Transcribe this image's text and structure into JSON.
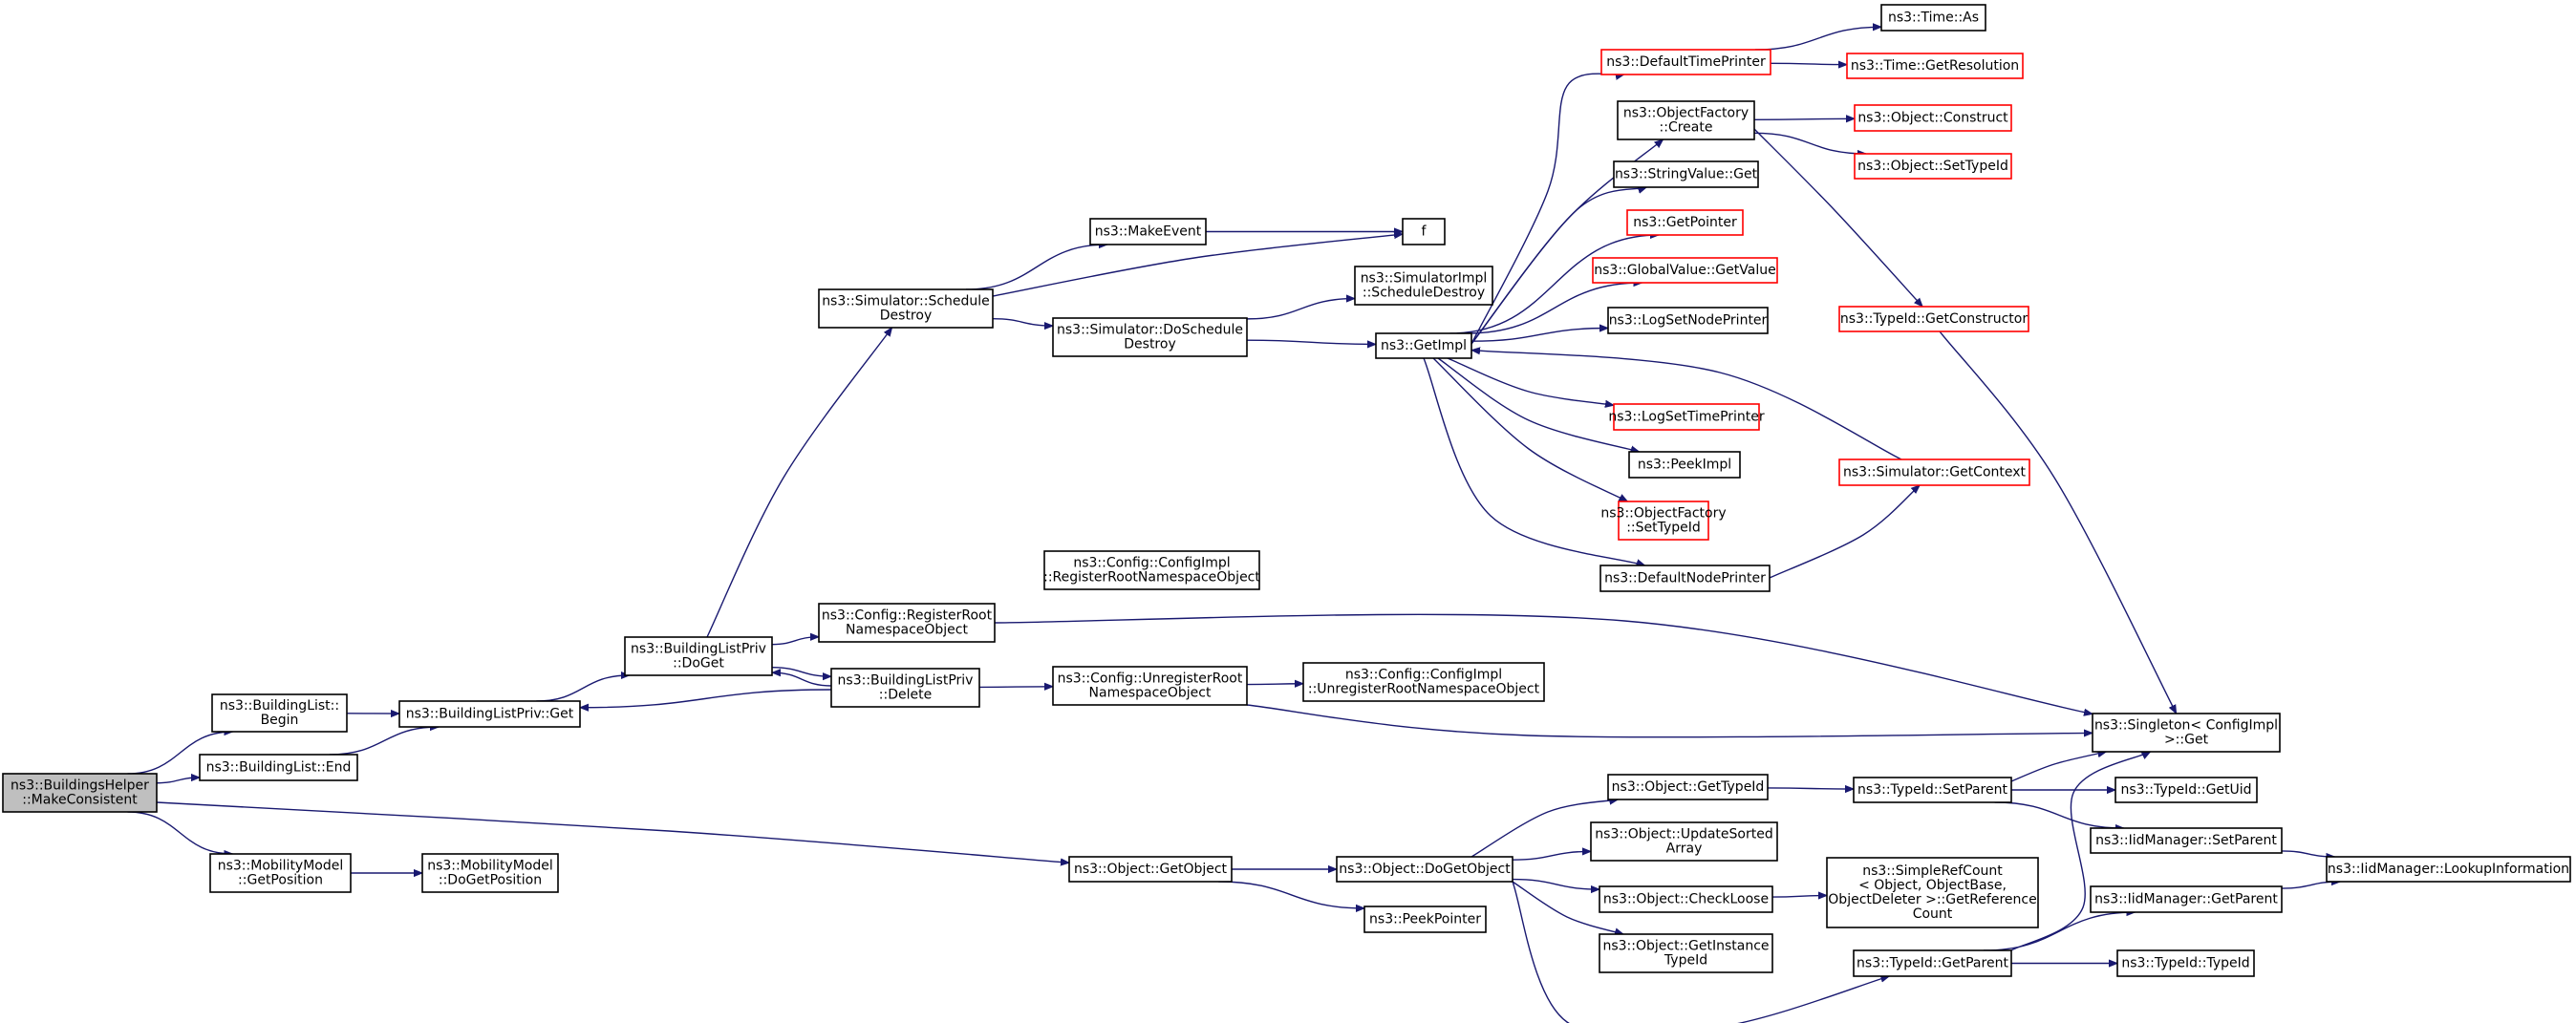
{
  "colors": {
    "edge": "#191970",
    "node_border": "#000000",
    "node_border_truncated": "#ff0000",
    "root_fill": "#bfbfbf",
    "node_fill": "#ffffff"
  },
  "nodes": [
    {
      "id": "root",
      "lines": [
        "ns3::BuildingsHelper",
        "::MakeConsistent"
      ],
      "style": "root"
    },
    {
      "id": "bl_begin",
      "lines": [
        "ns3::BuildingList::",
        "Begin"
      ],
      "style": "normal"
    },
    {
      "id": "bl_end",
      "lines": [
        "ns3::BuildingList::End"
      ],
      "style": "normal"
    },
    {
      "id": "mm_getpos",
      "lines": [
        "ns3::MobilityModel",
        "::GetPosition"
      ],
      "style": "normal"
    },
    {
      "id": "blp_get",
      "lines": [
        "ns3::BuildingListPriv::Get"
      ],
      "style": "normal"
    },
    {
      "id": "mm_dogetpos",
      "lines": [
        "ns3::MobilityModel",
        "::DoGetPosition"
      ],
      "style": "normal"
    },
    {
      "id": "blp_doget",
      "lines": [
        "ns3::BuildingListPriv",
        "::DoGet"
      ],
      "style": "normal"
    },
    {
      "id": "sim_sched_destroy",
      "lines": [
        "ns3::Simulator::Schedule",
        "Destroy"
      ],
      "style": "normal"
    },
    {
      "id": "cfg_register",
      "lines": [
        "ns3::Config::RegisterRoot",
        "NamespaceObject"
      ],
      "style": "normal"
    },
    {
      "id": "blp_delete",
      "lines": [
        "ns3::BuildingListPriv",
        "::Delete"
      ],
      "style": "normal"
    },
    {
      "id": "make_event",
      "lines": [
        "ns3::MakeEvent"
      ],
      "style": "normal"
    },
    {
      "id": "sim_do_sched_destroy",
      "lines": [
        "ns3::Simulator::DoSchedule",
        "Destroy"
      ],
      "style": "normal"
    },
    {
      "id": "cfgimpl_register",
      "lines": [
        "ns3::Config::ConfigImpl",
        "::RegisterRootNamespaceObject"
      ],
      "style": "normal"
    },
    {
      "id": "cfg_unregister",
      "lines": [
        "ns3::Config::UnregisterRoot",
        "NamespaceObject"
      ],
      "style": "normal"
    },
    {
      "id": "f",
      "lines": [
        "f"
      ],
      "style": "normal"
    },
    {
      "id": "simimpl_sched_destroy",
      "lines": [
        "ns3::SimulatorImpl",
        "::ScheduleDestroy"
      ],
      "style": "normal"
    },
    {
      "id": "get_impl",
      "lines": [
        "ns3::GetImpl"
      ],
      "style": "normal"
    },
    {
      "id": "cfgimpl_unregister",
      "lines": [
        "ns3::Config::ConfigImpl",
        "::UnregisterRootNamespaceObject"
      ],
      "style": "normal"
    },
    {
      "id": "obj_getobject",
      "lines": [
        "ns3::Object::GetObject"
      ],
      "style": "normal"
    },
    {
      "id": "obj_dogetobject",
      "lines": [
        "ns3::Object::DoGetObject"
      ],
      "style": "normal"
    },
    {
      "id": "peek_pointer",
      "lines": [
        "ns3::PeekPointer"
      ],
      "style": "normal"
    },
    {
      "id": "default_time_printer",
      "lines": [
        "ns3::DefaultTimePrinter"
      ],
      "style": "truncated"
    },
    {
      "id": "objfactory_create",
      "lines": [
        "ns3::ObjectFactory",
        "::Create"
      ],
      "style": "normal"
    },
    {
      "id": "stringvalue_get",
      "lines": [
        "ns3::StringValue::Get"
      ],
      "style": "normal"
    },
    {
      "id": "get_pointer",
      "lines": [
        "ns3::GetPointer"
      ],
      "style": "truncated"
    },
    {
      "id": "globalvalue_getvalue",
      "lines": [
        "ns3::GlobalValue::GetValue"
      ],
      "style": "truncated"
    },
    {
      "id": "log_set_node_printer",
      "lines": [
        "ns3::LogSetNodePrinter"
      ],
      "style": "normal"
    },
    {
      "id": "log_set_time_printer",
      "lines": [
        "ns3::LogSetTimePrinter"
      ],
      "style": "truncated"
    },
    {
      "id": "peek_impl",
      "lines": [
        "ns3::PeekImpl"
      ],
      "style": "normal"
    },
    {
      "id": "objfactory_settypeid",
      "lines": [
        "ns3::ObjectFactory",
        "::SetTypeId"
      ],
      "style": "truncated"
    },
    {
      "id": "default_node_printer",
      "lines": [
        "ns3::DefaultNodePrinter"
      ],
      "style": "normal"
    },
    {
      "id": "obj_gettypeid",
      "lines": [
        "ns3::Object::GetTypeId"
      ],
      "style": "normal"
    },
    {
      "id": "obj_updatesorted",
      "lines": [
        "ns3::Object::UpdateSorted",
        "Array"
      ],
      "style": "normal"
    },
    {
      "id": "obj_checkloose",
      "lines": [
        "ns3::Object::CheckLoose"
      ],
      "style": "normal"
    },
    {
      "id": "obj_getinstancetypeid",
      "lines": [
        "ns3::Object::GetInstance",
        "TypeId"
      ],
      "style": "normal"
    },
    {
      "id": "time_as",
      "lines": [
        "ns3::Time::As"
      ],
      "style": "normal"
    },
    {
      "id": "time_getresolution",
      "lines": [
        "ns3::Time::GetResolution"
      ],
      "style": "truncated"
    },
    {
      "id": "obj_construct",
      "lines": [
        "ns3::Object::Construct"
      ],
      "style": "truncated"
    },
    {
      "id": "obj_settypeid",
      "lines": [
        "ns3::Object::SetTypeId"
      ],
      "style": "truncated"
    },
    {
      "id": "typeid_getconstructor",
      "lines": [
        "ns3::TypeId::GetConstructor"
      ],
      "style": "truncated"
    },
    {
      "id": "sim_getcontext",
      "lines": [
        "ns3::Simulator::GetContext"
      ],
      "style": "truncated"
    },
    {
      "id": "typeid_setparent",
      "lines": [
        "ns3::TypeId::SetParent"
      ],
      "style": "normal"
    },
    {
      "id": "simplerefcount",
      "lines": [
        "ns3::SimpleRefCount",
        "< Object, ObjectBase,",
        "ObjectDeleter >::GetReference",
        "Count"
      ],
      "style": "normal"
    },
    {
      "id": "typeid_getparent",
      "lines": [
        "ns3::TypeId::GetParent"
      ],
      "style": "normal"
    },
    {
      "id": "singleton_get",
      "lines": [
        "ns3::Singleton< ConfigImpl",
        " >::Get"
      ],
      "style": "normal"
    },
    {
      "id": "typeid_getuid",
      "lines": [
        "ns3::TypeId::GetUid"
      ],
      "style": "normal"
    },
    {
      "id": "iidmgr_setparent",
      "lines": [
        "ns3::IidManager::SetParent"
      ],
      "style": "normal"
    },
    {
      "id": "iidmgr_getparent",
      "lines": [
        "ns3::IidManager::GetParent"
      ],
      "style": "normal"
    },
    {
      "id": "typeid_typeid",
      "lines": [
        "ns3::TypeId::TypeId"
      ],
      "style": "normal"
    },
    {
      "id": "iidmgr_lookupinfo",
      "lines": [
        "ns3::IidManager::LookupInformation"
      ],
      "style": "normal"
    }
  ],
  "edges": [
    [
      "root",
      "bl_begin"
    ],
    [
      "root",
      "bl_end"
    ],
    [
      "root",
      "mm_getpos"
    ],
    [
      "root",
      "obj_getobject"
    ],
    [
      "bl_begin",
      "blp_get"
    ],
    [
      "bl_end",
      "blp_get"
    ],
    [
      "mm_getpos",
      "mm_dogetpos"
    ],
    [
      "blp_get",
      "blp_doget"
    ],
    [
      "blp_doget",
      "sim_sched_destroy"
    ],
    [
      "blp_doget",
      "cfg_register"
    ],
    [
      "blp_doget",
      "blp_delete"
    ],
    [
      "blp_delete",
      "blp_get"
    ],
    [
      "blp_delete",
      "blp_doget"
    ],
    [
      "blp_delete",
      "cfg_unregister"
    ],
    [
      "sim_sched_destroy",
      "make_event"
    ],
    [
      "sim_sched_destroy",
      "f"
    ],
    [
      "sim_sched_destroy",
      "sim_do_sched_destroy"
    ],
    [
      "make_event",
      "f"
    ],
    [
      "sim_do_sched_destroy",
      "simimpl_sched_destroy"
    ],
    [
      "sim_do_sched_destroy",
      "get_impl"
    ],
    [
      "cfg_register",
      "singleton_get"
    ],
    [
      "cfg_unregister",
      "cfgimpl_unregister"
    ],
    [
      "cfg_unregister",
      "singleton_get"
    ],
    [
      "get_impl",
      "default_time_printer"
    ],
    [
      "get_impl",
      "objfactory_create"
    ],
    [
      "get_impl",
      "stringvalue_get"
    ],
    [
      "get_impl",
      "get_pointer"
    ],
    [
      "get_impl",
      "globalvalue_getvalue"
    ],
    [
      "get_impl",
      "log_set_node_printer"
    ],
    [
      "get_impl",
      "log_set_time_printer"
    ],
    [
      "get_impl",
      "peek_impl"
    ],
    [
      "get_impl",
      "objfactory_settypeid"
    ],
    [
      "get_impl",
      "default_node_printer"
    ],
    [
      "default_time_printer",
      "time_as"
    ],
    [
      "default_time_printer",
      "time_getresolution"
    ],
    [
      "objfactory_create",
      "obj_construct"
    ],
    [
      "objfactory_create",
      "obj_settypeid"
    ],
    [
      "objfactory_create",
      "typeid_getconstructor"
    ],
    [
      "typeid_getconstructor",
      "singleton_get"
    ],
    [
      "sim_getcontext",
      "get_impl"
    ],
    [
      "default_node_printer",
      "sim_getcontext"
    ],
    [
      "obj_getobject",
      "obj_dogetobject"
    ],
    [
      "obj_getobject",
      "peek_pointer"
    ],
    [
      "obj_dogetobject",
      "obj_gettypeid"
    ],
    [
      "obj_dogetobject",
      "obj_updatesorted"
    ],
    [
      "obj_dogetobject",
      "obj_checkloose"
    ],
    [
      "obj_dogetobject",
      "obj_getinstancetypeid"
    ],
    [
      "obj_dogetobject",
      "typeid_getparent"
    ],
    [
      "obj_gettypeid",
      "typeid_setparent"
    ],
    [
      "obj_checkloose",
      "simplerefcount"
    ],
    [
      "typeid_setparent",
      "singleton_get"
    ],
    [
      "typeid_setparent",
      "typeid_getuid"
    ],
    [
      "typeid_setparent",
      "iidmgr_setparent"
    ],
    [
      "typeid_getparent",
      "singleton_get"
    ],
    [
      "typeid_getparent",
      "iidmgr_getparent"
    ],
    [
      "typeid_getparent",
      "typeid_typeid"
    ],
    [
      "iidmgr_setparent",
      "iidmgr_lookupinfo"
    ],
    [
      "iidmgr_getparent",
      "iidmgr_lookupinfo"
    ]
  ]
}
